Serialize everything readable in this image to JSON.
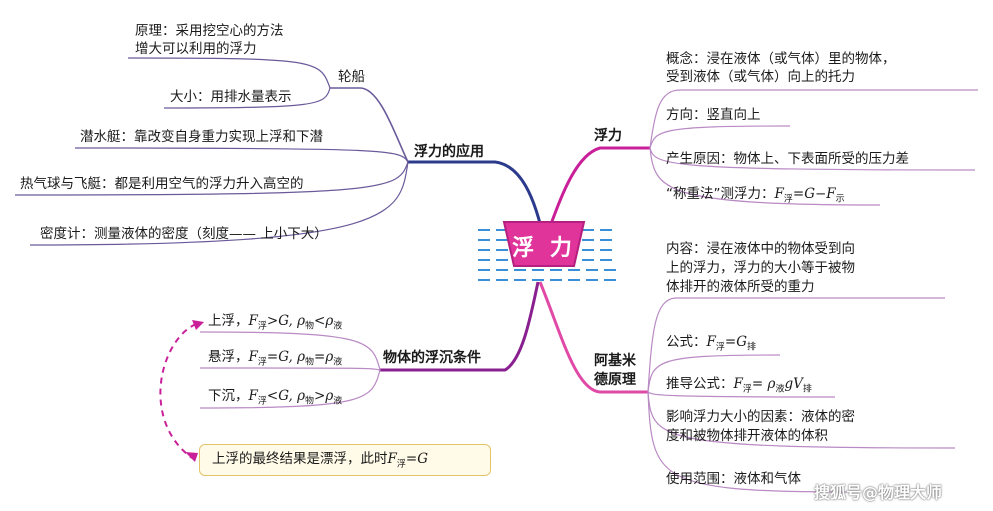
{
  "center": {
    "title": "浮 力"
  },
  "application": {
    "title": "浮力的应用",
    "ship": {
      "title": "轮船",
      "principle_line1": "原理：采用挖空心的方法",
      "principle_line2": "增大可以利用的浮力",
      "size": "大小：用排水量表示"
    },
    "submarine": "潜水艇：靠改变自身重力实现上浮和下潜",
    "balloon": "热气球与飞艇：都是利用空气的浮力升入高空的",
    "hydrometer": "密度计：测量液体的密度（刻度—— 上小下大）"
  },
  "buoyancy": {
    "title": "浮力",
    "concept_line1": "概念：浸在液体（或气体）里的物体，",
    "concept_line2": "受到液体（或气体）向上的托力",
    "direction": "方向：竖直向上",
    "cause": "产生原因：物体上、下表面所受的压力差",
    "weighing_prefix": "“称重法”测浮力：",
    "weighing_F": "F",
    "weighing_sub1": "浮",
    "weighing_eq": "=G−F",
    "weighing_sub2": "示"
  },
  "conditions": {
    "title": "物体的浮沉条件",
    "rise": {
      "label": "上浮，",
      "F": "F",
      "sub": "浮",
      "rel1": ">G, ρ",
      "sub2": "物",
      "rel2": "<ρ",
      "sub3": "液"
    },
    "suspend": {
      "label": "悬浮，",
      "F": "F",
      "sub": "浮",
      "rel1": "=G, ρ",
      "sub2": "物",
      "rel2": "=ρ",
      "sub3": "液"
    },
    "sink": {
      "label": "下沉，",
      "F": "F",
      "sub": "浮",
      "rel1": "<G, ρ",
      "sub2": "物",
      "rel2": ">ρ",
      "sub3": "液"
    },
    "final": {
      "text": "上浮的最终结果是漂浮，此时",
      "F": "F",
      "sub": "浮",
      "eq": "=G"
    }
  },
  "archimedes": {
    "title_line1": "阿基米",
    "title_line2": "德原理",
    "content_line1": "内容：浸在液体中的物体受到向",
    "content_line2": "上的浮力，浮力的大小等于被物",
    "content_line3": "体排开的液体所受的重力",
    "formula_prefix": "公式：",
    "formula_F": "F",
    "formula_sub1": "浮",
    "formula_eq": "=G",
    "formula_sub2": "排",
    "derived_prefix": "推导公式：",
    "derived_F": "F",
    "derived_sub1": "浮",
    "derived_eq": "= ρ",
    "derived_sub2": "液",
    "derived_gV": "gV",
    "derived_sub3": "排",
    "factors_line1": "影响浮力大小的因素：液体的密",
    "factors_line2": "度和被物体排开液体的体积",
    "scope": "使用范围：液体和气体"
  },
  "watermark": "搜狐号@物理大师",
  "colors": {
    "application_branch": "#2b3a8c",
    "buoyancy_branch": "#c9209a",
    "archimedes_branch": "#e04aa6",
    "conditions_branch": "#8a1f8f",
    "center_fill": "#e0349a",
    "water": "#3a8fd6"
  }
}
